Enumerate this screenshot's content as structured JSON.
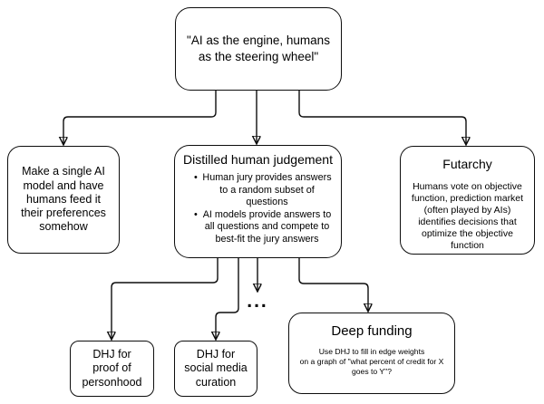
{
  "diagram": {
    "colors": {
      "background": "#ffffff",
      "stroke": "#0d0d0d",
      "text": "#000000"
    },
    "nodes": {
      "root": {
        "text": "\"AI as the engine, humans\nas the steering wheel\""
      },
      "single_ai_model": {
        "text": "Make a single AI\nmodel and have\nhumans feed it\ntheir preferences\nsomehow"
      },
      "distilled_human_judgement": {
        "title": "Distilled human judgement",
        "bullet_char": "•",
        "bullets": [
          "Human jury provides answers\nto a random subset of\nquestions",
          "AI models provide answers to\nall questions and compete to\nbest-fit the jury answers"
        ]
      },
      "futarchy": {
        "title": "Futarchy",
        "body": "Humans vote on objective\nfunction, prediction market\n(often played by AIs)\nidentifies decisions that\noptimize the objective\nfunction"
      },
      "dhj_proof_of_personhood": {
        "text": "DHJ for\nproof of\npersonhood"
      },
      "dhj_social_media_curation": {
        "text": "DHJ for\nsocial media\ncuration"
      },
      "ellipsis": {
        "text": "..."
      },
      "deep_funding": {
        "title": "Deep funding",
        "body": "Use DHJ to fill in edge weights\non a graph of \"what percent of credit for X\ngoes to Y\"?"
      }
    }
  }
}
